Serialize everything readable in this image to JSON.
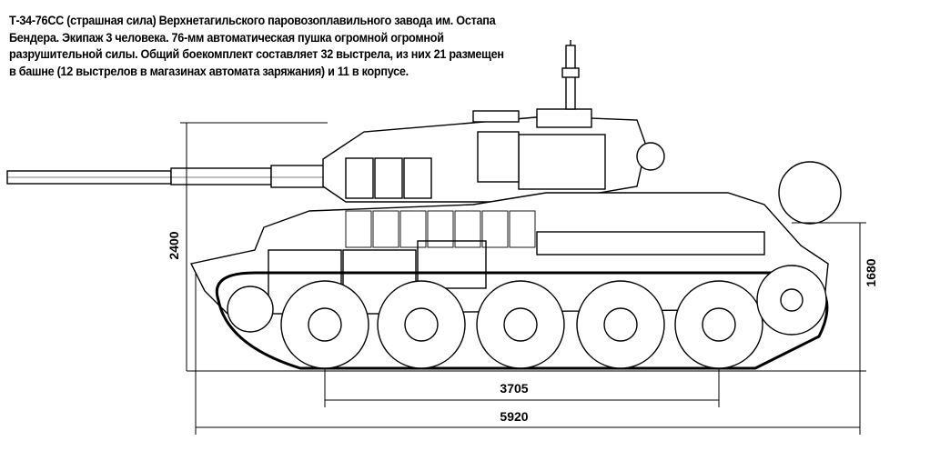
{
  "caption": "Т-34-76СС (страшная сила) Верхнетагильского паровозоплавильного завода им. Остапа Бендера. Экипаж 3 человека. 76-мм автоматическая пушка огромной огромной разрушительной силы. Общий боекомплект составляет 32 выстрела, из них 21 размещен в башне (12 выстрелов в магазинах автомата заряжания) и 11 в корпусе.",
  "dimensions": {
    "height_total": "2400",
    "hull_height": "1680",
    "wheelbase": "3705",
    "length_total": "5920"
  }
}
